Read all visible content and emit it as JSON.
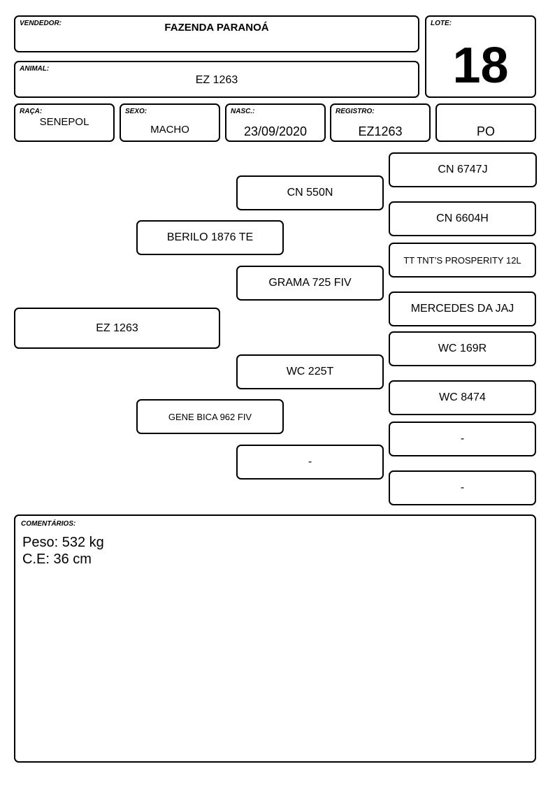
{
  "header": {
    "vendedor_label": "VENDEDOR:",
    "vendedor": "FAZENDA PARANOÁ",
    "lote_label": "LOTE:",
    "lote": "18",
    "animal_label": "ANIMAL:",
    "animal": "EZ 1263"
  },
  "info": {
    "raca_label": "RAÇA:",
    "raca": "SENEPOL",
    "sexo_label": "SEXO:",
    "sexo": "MACHO",
    "nasc_label": "NASC.:",
    "nasc": "23/09/2020",
    "registro_label": "REGISTRO:",
    "registro": "EZ1263",
    "tipo": "PO"
  },
  "pedigree": {
    "animal": "EZ 1263",
    "sire": "BERILO 1876 TE",
    "dam": "GENE BICA 962 FIV",
    "sire_sire": "CN 550N",
    "sire_dam": "GRAMA 725 FIV",
    "dam_sire": "WC 225T",
    "dam_dam": "-",
    "ss_sire": "CN 6747J",
    "ss_dam": "CN 6604H",
    "sd_sire": "TT TNT’S PROSPERITY 12L",
    "sd_dam": "MERCEDES DA JAJ",
    "ds_sire": "WC 169R",
    "ds_dam": "WC 8474",
    "dd_sire": "-",
    "dd_dam": "-"
  },
  "comments": {
    "label": "COMENTÁRIOS:",
    "line1": "Peso: 532 kg",
    "line2": "C.E: 36 cm"
  }
}
